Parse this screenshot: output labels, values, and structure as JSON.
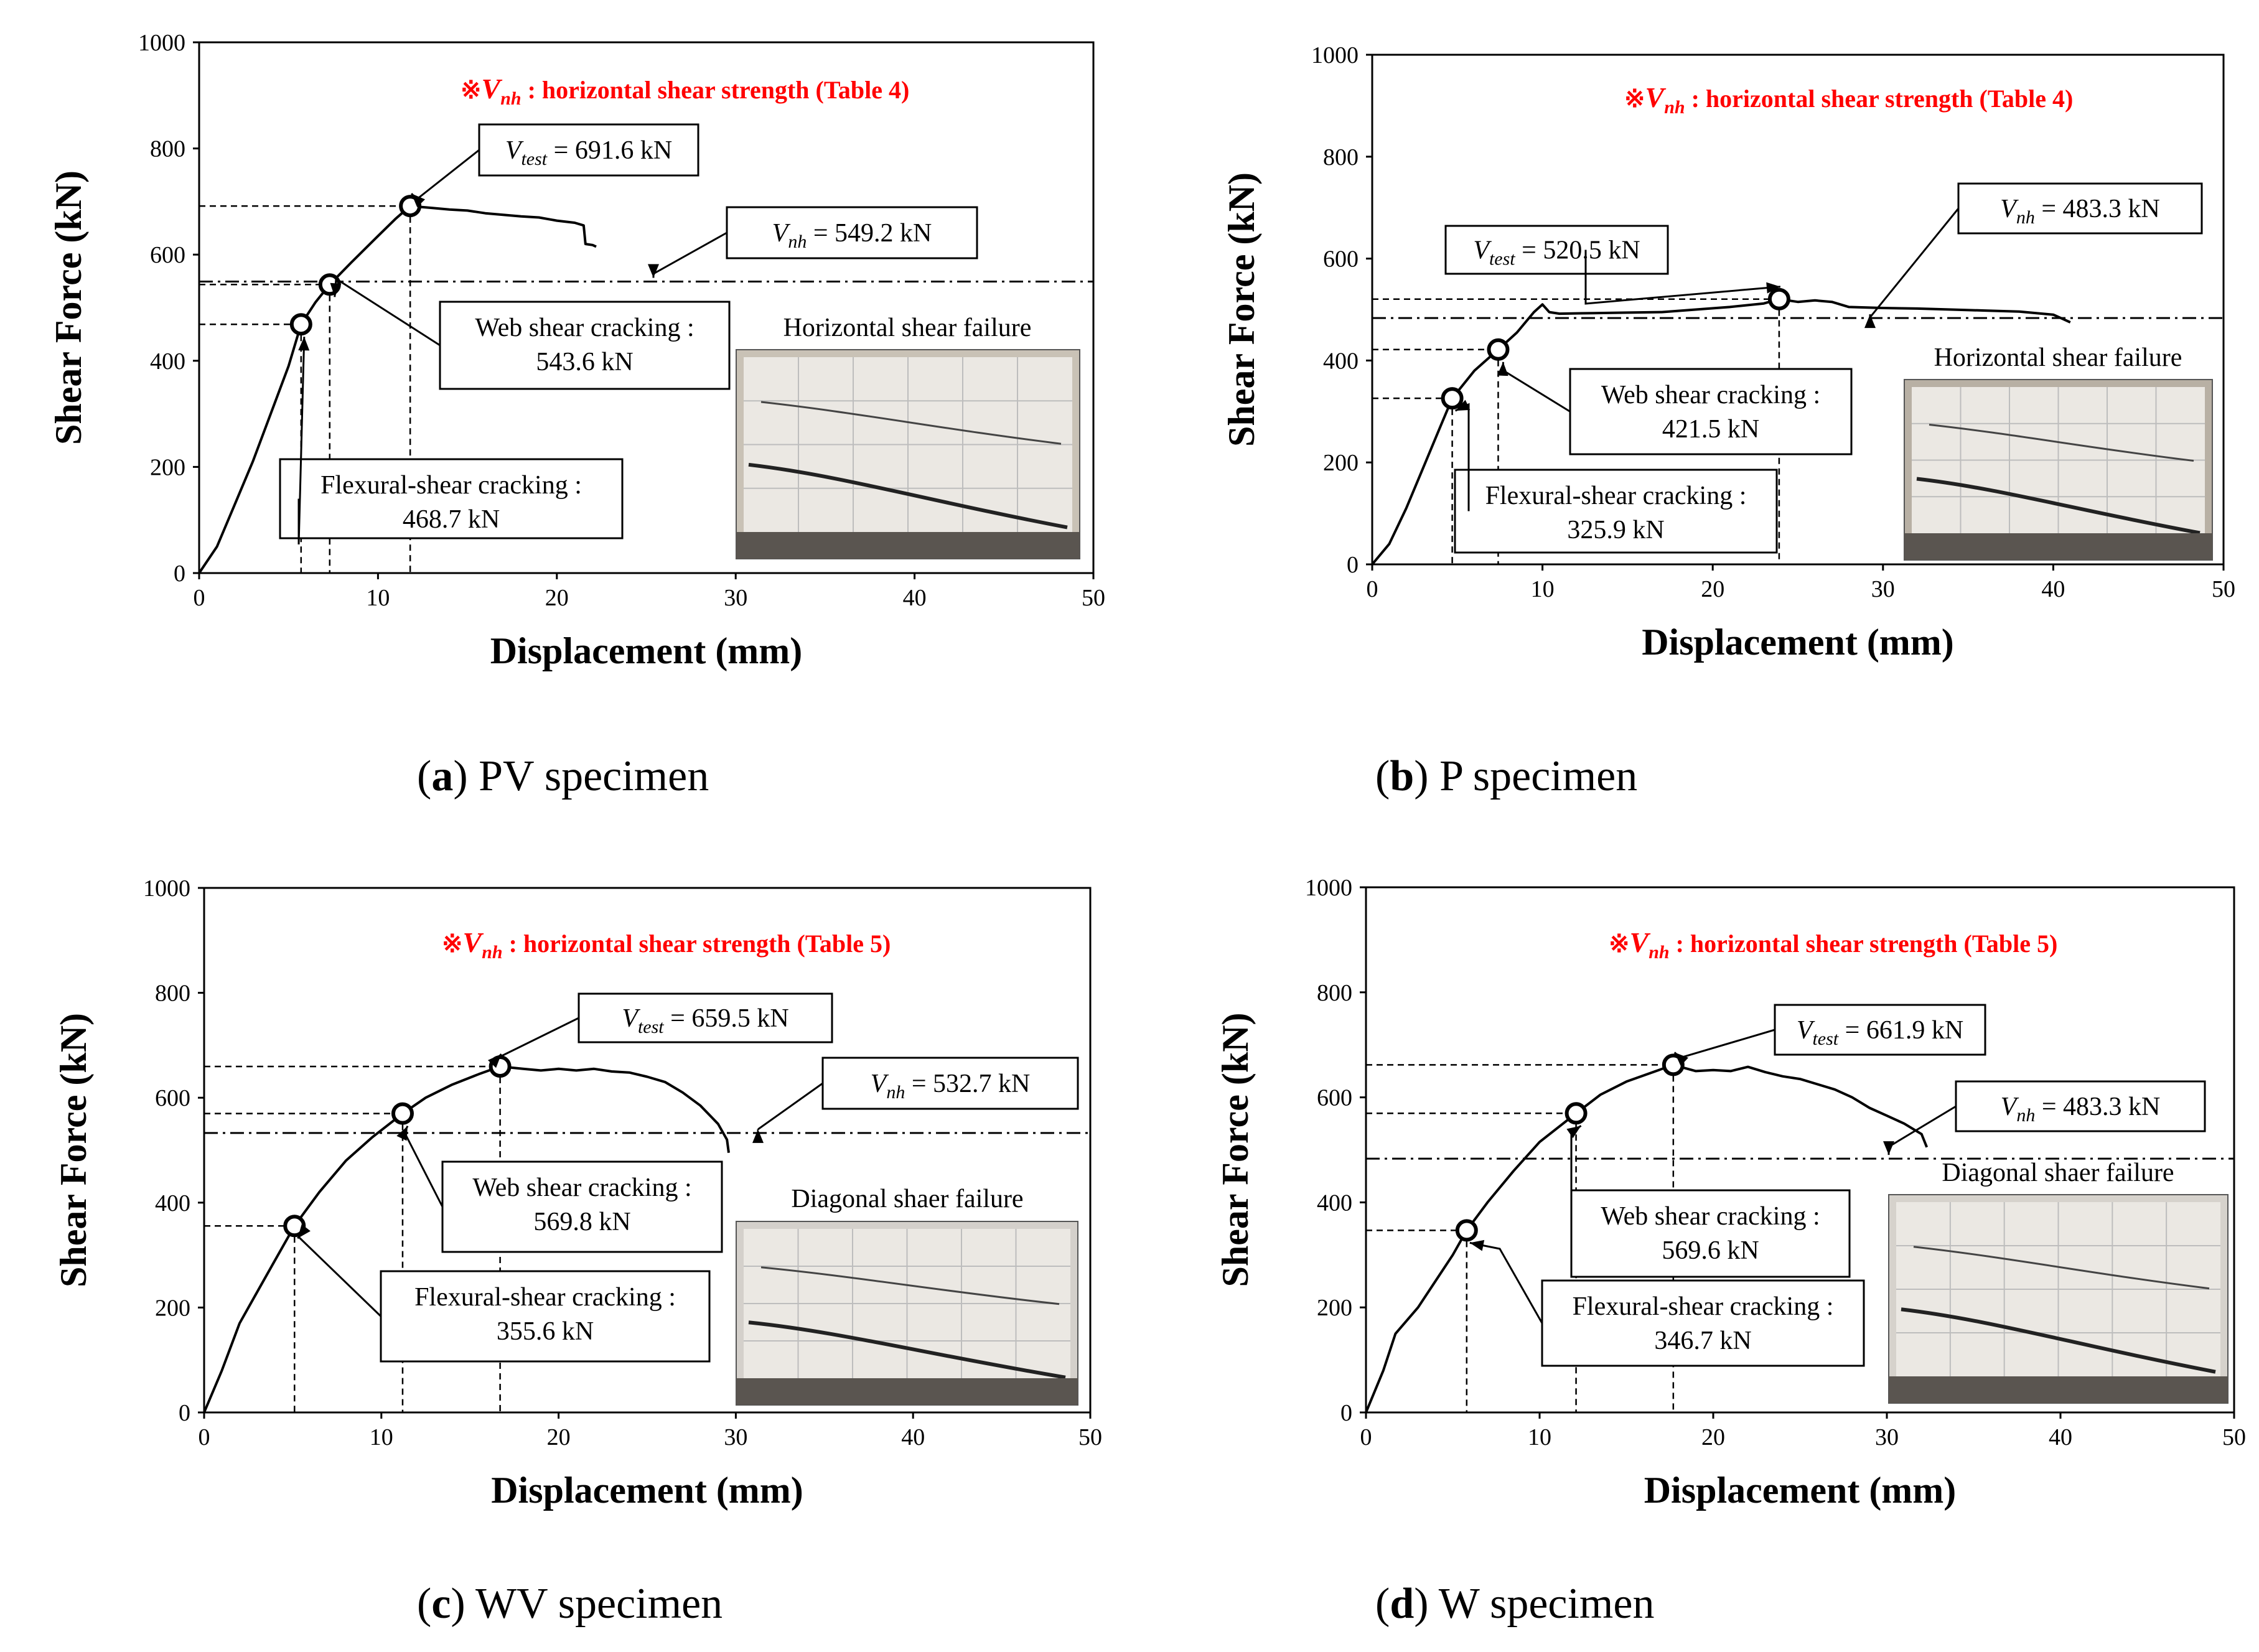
{
  "chart_data": [
    {
      "type": "line",
      "caption_letter": "a",
      "caption_text": "PV specimen",
      "xlabel": "Displacement (mm)",
      "ylabel": "Shear Force (kN)",
      "xlim": [
        0,
        50
      ],
      "ylim": [
        0,
        1000
      ],
      "xticks": [
        0,
        10,
        20,
        30,
        40,
        50
      ],
      "yticks": [
        0,
        200,
        400,
        600,
        800,
        1000
      ],
      "note_prefix": "※",
      "note_sym": "V",
      "note_sub": "nh",
      "note_text": " : horizontal shear strength (Table 4)",
      "photo_label": "Horizontal shear failure",
      "vnh": 549.2,
      "curve": [
        [
          0,
          0
        ],
        [
          1,
          50
        ],
        [
          2,
          130
        ],
        [
          3,
          210
        ],
        [
          4,
          300
        ],
        [
          5,
          390
        ],
        [
          5.7,
          468.7
        ],
        [
          6.5,
          510
        ],
        [
          7.3,
          543.6
        ],
        [
          8.5,
          585
        ],
        [
          10,
          635
        ],
        [
          11,
          668
        ],
        [
          11.8,
          691.6
        ],
        [
          13,
          688
        ],
        [
          14,
          685
        ],
        [
          15,
          683
        ],
        [
          16,
          678
        ],
        [
          17,
          675
        ],
        [
          18,
          672
        ],
        [
          19,
          670
        ],
        [
          20,
          664
        ],
        [
          21,
          660
        ],
        [
          21.5,
          655
        ],
        [
          21.6,
          620
        ],
        [
          22,
          618
        ],
        [
          22.2,
          615
        ]
      ],
      "points": [
        {
          "x": 5.7,
          "y": 468.7,
          "label1": "Flexural-shear cracking :",
          "label2": "468.7 kN"
        },
        {
          "x": 7.3,
          "y": 543.6,
          "label1": "Web shear cracking :",
          "label2": "543.6 kN"
        },
        {
          "x": 11.8,
          "y": 691.6,
          "label_sym": "V",
          "label_sub": "test",
          "label_val": " = 691.6 kN"
        }
      ],
      "vnh_label_sym": "V",
      "vnh_label_sub": "nh",
      "vnh_label_val": " = 549.2 kN"
    },
    {
      "type": "line",
      "caption_letter": "b",
      "caption_text": "P specimen",
      "xlabel": "Displacement (mm)",
      "ylabel": "Shear Force (kN)",
      "xlim": [
        0,
        50
      ],
      "ylim": [
        0,
        1000
      ],
      "xticks": [
        0,
        10,
        20,
        30,
        40,
        50
      ],
      "yticks": [
        0,
        200,
        400,
        600,
        800,
        1000
      ],
      "note_prefix": "※",
      "note_sym": "V",
      "note_sub": "nh",
      "note_text": " : horizontal shear strength (Table 4)",
      "photo_label": "Horizontal shear failure",
      "vnh": 483.3,
      "curve": [
        [
          0,
          0
        ],
        [
          1,
          40
        ],
        [
          2,
          110
        ],
        [
          3,
          190
        ],
        [
          4,
          270
        ],
        [
          4.7,
          325.9
        ],
        [
          6,
          380
        ],
        [
          7.4,
          421.5
        ],
        [
          8.5,
          455
        ],
        [
          9.5,
          495
        ],
        [
          10,
          510
        ],
        [
          10.4,
          495
        ],
        [
          11,
          492
        ],
        [
          13,
          493
        ],
        [
          15,
          494
        ],
        [
          17,
          495
        ],
        [
          19,
          500
        ],
        [
          21,
          505
        ],
        [
          23,
          512
        ],
        [
          23.9,
          520.5
        ],
        [
          25,
          515
        ],
        [
          26,
          518
        ],
        [
          27,
          515
        ],
        [
          28,
          505
        ],
        [
          30,
          503
        ],
        [
          32,
          502
        ],
        [
          34,
          500
        ],
        [
          36,
          498
        ],
        [
          38,
          496
        ],
        [
          40,
          490
        ],
        [
          41,
          475
        ]
      ],
      "points": [
        {
          "x": 4.7,
          "y": 325.9,
          "label1": "Flexural-shear cracking :",
          "label2": "325.9 kN"
        },
        {
          "x": 7.4,
          "y": 421.5,
          "label1": "Web shear cracking :",
          "label2": "421.5 kN"
        },
        {
          "x": 23.9,
          "y": 520.5,
          "label_sym": "V",
          "label_sub": "test",
          "label_val": " = 520.5 kN"
        }
      ],
      "vnh_label_sym": "V",
      "vnh_label_sub": "nh",
      "vnh_label_val": " = 483.3 kN"
    },
    {
      "type": "line",
      "caption_letter": "c",
      "caption_text": "WV specimen",
      "xlabel": "Displacement (mm)",
      "ylabel": "Shear Force (kN)",
      "xlim": [
        0,
        50
      ],
      "ylim": [
        0,
        1000
      ],
      "xticks": [
        0,
        10,
        20,
        30,
        40,
        50
      ],
      "yticks": [
        0,
        200,
        400,
        600,
        800,
        1000
      ],
      "note_prefix": "※",
      "note_sym": "V",
      "note_sub": "nh",
      "note_text": " : horizontal shear strength (Table 5)",
      "photo_label": "Diagonal shaer failure",
      "vnh": 532.7,
      "curve": [
        [
          0,
          0
        ],
        [
          1,
          80
        ],
        [
          2,
          170
        ],
        [
          3,
          230
        ],
        [
          4,
          290
        ],
        [
          5.1,
          355.6
        ],
        [
          6.5,
          420
        ],
        [
          8,
          480
        ],
        [
          9.5,
          525
        ],
        [
          11.2,
          569.8
        ],
        [
          12.5,
          600
        ],
        [
          14,
          625
        ],
        [
          15.5,
          645
        ],
        [
          16.7,
          659.5
        ],
        [
          18,
          655
        ],
        [
          19,
          652
        ],
        [
          20,
          655
        ],
        [
          21,
          652
        ],
        [
          22,
          655
        ],
        [
          23,
          650
        ],
        [
          24,
          648
        ],
        [
          25,
          640
        ],
        [
          26,
          630
        ],
        [
          27,
          610
        ],
        [
          28,
          585
        ],
        [
          29,
          550
        ],
        [
          29.5,
          520
        ],
        [
          29.6,
          495
        ]
      ],
      "points": [
        {
          "x": 5.1,
          "y": 355.6,
          "label1": "Flexural-shear cracking :",
          "label2": "355.6 kN"
        },
        {
          "x": 11.2,
          "y": 569.8,
          "label1": "Web shear cracking :",
          "label2": "569.8 kN"
        },
        {
          "x": 16.7,
          "y": 659.5,
          "label_sym": "V",
          "label_sub": "test",
          "label_val": " = 659.5 kN"
        }
      ],
      "vnh_label_sym": "V",
      "vnh_label_sub": "nh",
      "vnh_label_val": " = 532.7 kN"
    },
    {
      "type": "line",
      "caption_letter": "d",
      "caption_text": "W specimen",
      "xlabel": "Displacement (mm)",
      "ylabel": "Shear Force (kN)",
      "xlim": [
        0,
        50
      ],
      "ylim": [
        0,
        1000
      ],
      "xticks": [
        0,
        10,
        20,
        30,
        40,
        50
      ],
      "yticks": [
        0,
        200,
        400,
        600,
        800,
        1000
      ],
      "note_prefix": "※",
      "note_sym": "V",
      "note_sub": "nh",
      "note_text": " : horizontal shear strength (Table 5)",
      "photo_label": "Diagonal shaer failure",
      "vnh": 483.3,
      "curve": [
        [
          0,
          0
        ],
        [
          1,
          80
        ],
        [
          1.7,
          150
        ],
        [
          3,
          200
        ],
        [
          4,
          250
        ],
        [
          5,
          300
        ],
        [
          5.8,
          346.7
        ],
        [
          7,
          400
        ],
        [
          8.5,
          460
        ],
        [
          10,
          515
        ],
        [
          12.1,
          569.6
        ],
        [
          13.5,
          605
        ],
        [
          15,
          630
        ],
        [
          17.7,
          661.9
        ],
        [
          19,
          650
        ],
        [
          20,
          652
        ],
        [
          21,
          650
        ],
        [
          22,
          658
        ],
        [
          23,
          648
        ],
        [
          24,
          640
        ],
        [
          25,
          635
        ],
        [
          26,
          625
        ],
        [
          27,
          615
        ],
        [
          28,
          600
        ],
        [
          29,
          580
        ],
        [
          30,
          565
        ],
        [
          31,
          550
        ],
        [
          32,
          530
        ],
        [
          32.3,
          505
        ]
      ],
      "points": [
        {
          "x": 5.8,
          "y": 346.7,
          "label1": "Flexural-shear cracking :",
          "label2": "346.7 kN"
        },
        {
          "x": 12.1,
          "y": 569.6,
          "label1": "Web shear cracking :",
          "label2": "569.6 kN"
        },
        {
          "x": 17.7,
          "y": 661.9,
          "label_sym": "V",
          "label_sub": "test",
          "label_val": " = 661.9 kN"
        }
      ],
      "vnh_label_sym": "V",
      "vnh_label_sub": "nh",
      "vnh_label_val": " = 483.3 kN"
    }
  ]
}
